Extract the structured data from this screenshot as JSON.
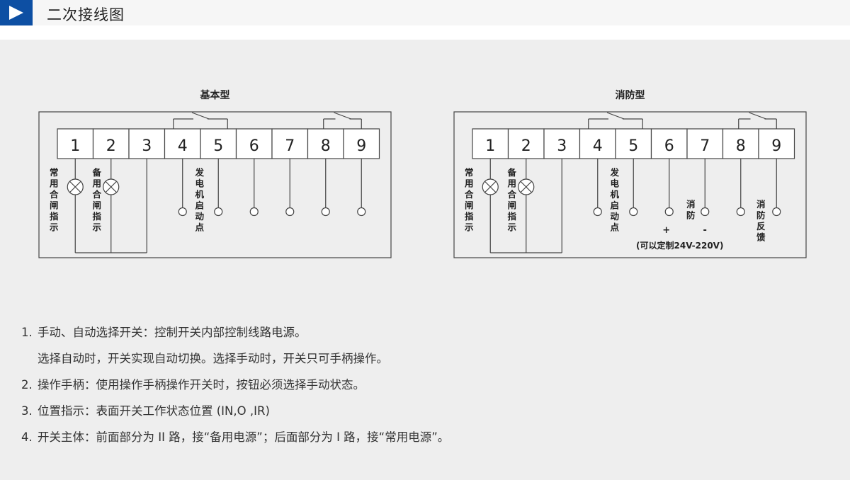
{
  "header": {
    "title": "二次接线图"
  },
  "diagrams": [
    {
      "title": "基本型",
      "terminals": [
        "1",
        "2",
        "3",
        "4",
        "5",
        "6",
        "7",
        "8",
        "9"
      ],
      "labels": [
        {
          "text": "常用合闸指示",
          "terminal": "1"
        },
        {
          "text": "备用合闸指示",
          "terminal": "2"
        },
        {
          "text": "发电机启动点",
          "terminal": "4"
        }
      ]
    },
    {
      "title": "消防型",
      "terminals": [
        "1",
        "2",
        "3",
        "4",
        "5",
        "6",
        "7",
        "8",
        "9"
      ],
      "labels": [
        {
          "text": "常用合闸指示",
          "terminal": "1"
        },
        {
          "text": "备用合闸指示",
          "terminal": "2"
        },
        {
          "text": "发电机启动点",
          "terminal": "4"
        },
        {
          "text": "消防",
          "terminal": "7"
        },
        {
          "text": "消防反馈",
          "terminal": "9"
        }
      ],
      "plus": "+",
      "minus": "-",
      "voltage_note": "(可以定制24V-220V)"
    }
  ],
  "notes": [
    {
      "num": "1.",
      "text": "手动、自动选择开关：控制开关内部控制线路电源。"
    },
    {
      "num": "",
      "text": "选择自动时，开关实现自动切换。选择手动时，开关只可手柄操作。"
    },
    {
      "num": "2.",
      "text": "操作手柄：使用操作手柄操作开关时，按钮必须选择手动状态。"
    },
    {
      "num": "3.",
      "text": "位置指示：表面开关工作状态位置 (IN,O ,IR)"
    },
    {
      "num": "4.",
      "text": "开关主体：前面部分为 II 路，接“备用电源”；后面部分为 I 路，接“常用电源”。"
    }
  ]
}
